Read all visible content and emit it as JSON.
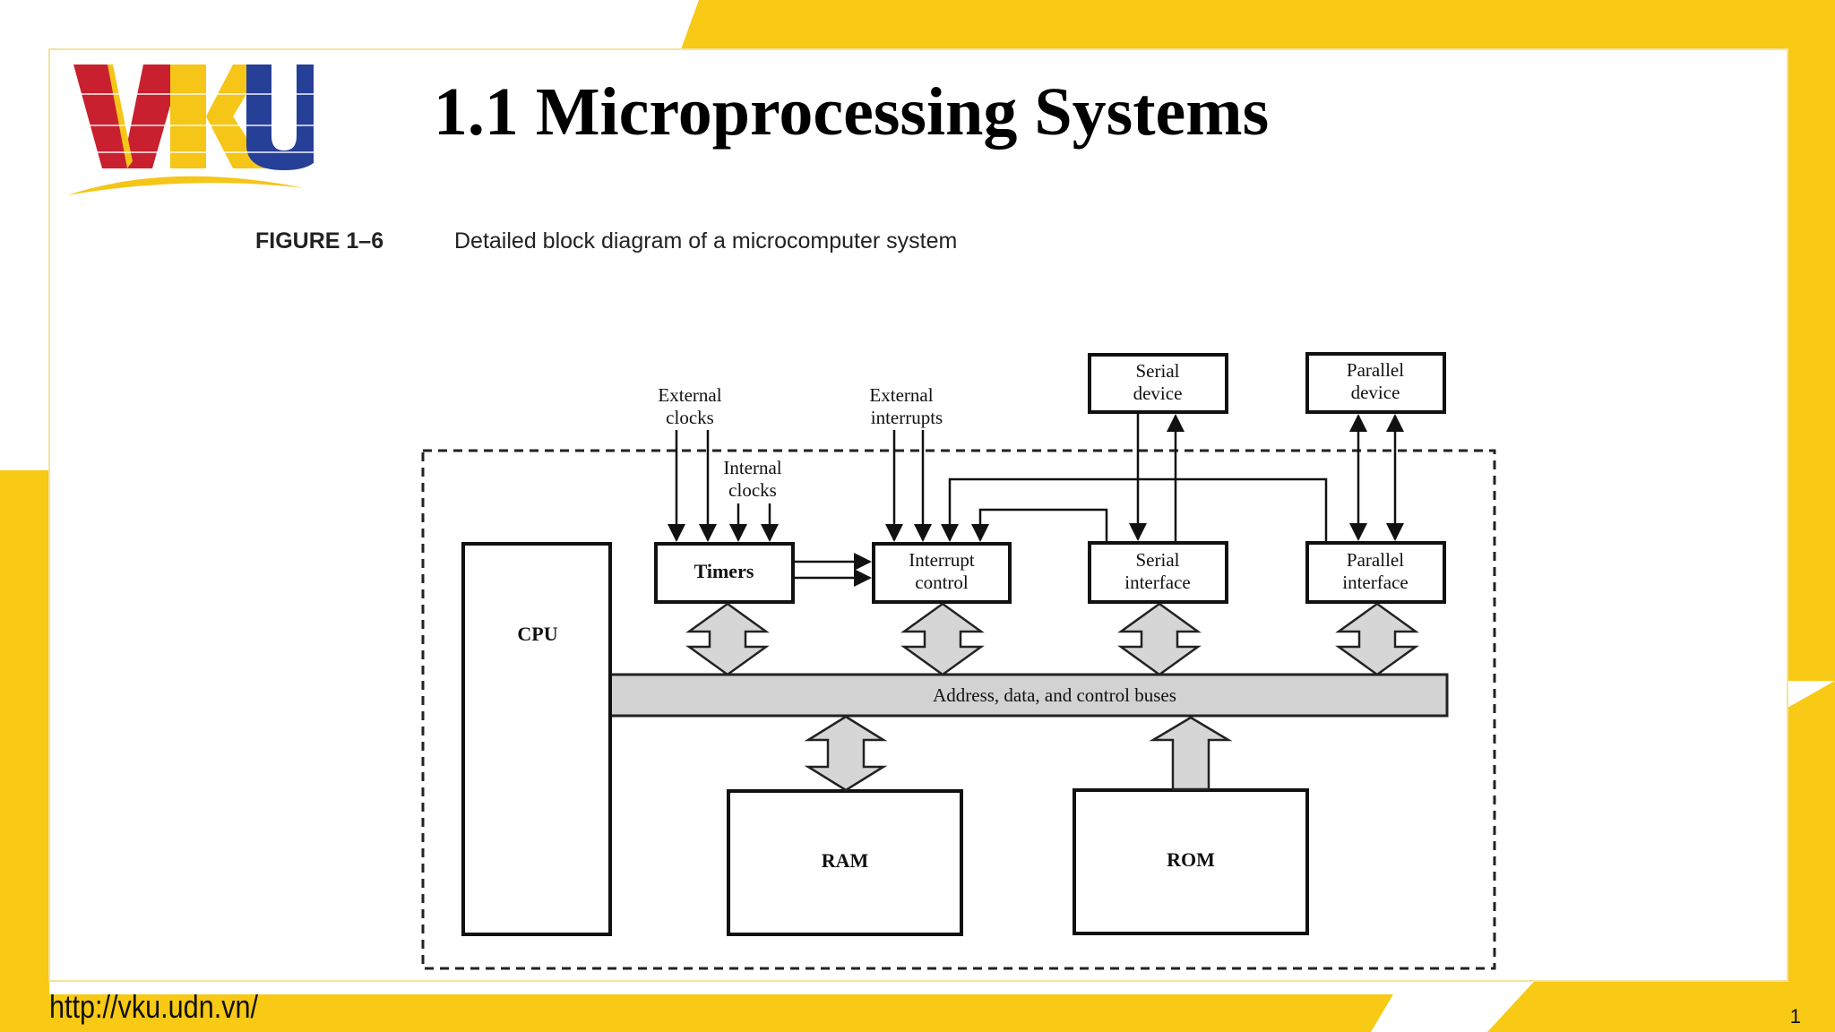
{
  "slide": {
    "title": "1.1 Microprocessing Systems",
    "url": "http://vku.udn.vn/",
    "page_number": "1"
  },
  "logo": {
    "text": "VKU"
  },
  "colors": {
    "accent_yellow": "#f8c915",
    "logo_red": "#c8202f",
    "logo_yellow": "#f5c518",
    "logo_blue": "#263f97"
  },
  "figure": {
    "number": "FIGURE 1–6",
    "caption": "Detailed block diagram of a microcomputer system",
    "blocks": {
      "cpu": "CPU",
      "timers": "Timers",
      "interrupt_control": [
        "Interrupt",
        "control"
      ],
      "serial_interface": [
        "Serial",
        "interface"
      ],
      "parallel_interface": [
        "Parallel",
        "interface"
      ],
      "serial_device": [
        "Serial",
        "device"
      ],
      "parallel_device": [
        "Parallel",
        "device"
      ],
      "ram": "RAM",
      "rom": "ROM"
    },
    "labels": {
      "external_clocks": [
        "External",
        "clocks"
      ],
      "internal_clocks": [
        "Internal",
        "clocks"
      ],
      "external_interrupts": [
        "External",
        "interrupts"
      ],
      "bus": "Address, data, and control buses"
    }
  }
}
